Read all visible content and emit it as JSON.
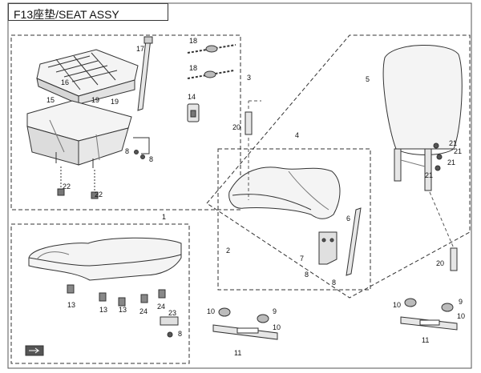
{
  "title": {
    "code": "F13",
    "cn": "座垫",
    "en": "/SEAT ASSY"
  },
  "callouts": {
    "c1": "1",
    "c2": "2",
    "c3": "3",
    "c4": "4",
    "c5": "5",
    "c6": "6",
    "c7": "7",
    "c8a": "8",
    "c8b": "8",
    "c8c": "8",
    "c8d": "8",
    "c8e": "8",
    "c9a": "9",
    "c9b": "9",
    "c10a": "10",
    "c10b": "10",
    "c10c": "10",
    "c10d": "10",
    "c11a": "11",
    "c11b": "11",
    "c13a": "13",
    "c13b": "13",
    "c13c": "13",
    "c14": "14",
    "c15": "15",
    "c16": "16",
    "c17": "17",
    "c18a": "18",
    "c18b": "18",
    "c19a": "19",
    "c19b": "19",
    "c20a": "20",
    "c20b": "20",
    "c21a": "21",
    "c21b": "21",
    "c21c": "21",
    "c21d": "21",
    "c22a": "22",
    "c22b": "22",
    "c23": "23",
    "c24a": "24",
    "c24b": "24"
  },
  "colors": {
    "line": "#333333",
    "part_fill": "#f4f4f4",
    "dark": "#555555"
  },
  "icons": {
    "front_indicator": "fwd-arrow-icon"
  }
}
